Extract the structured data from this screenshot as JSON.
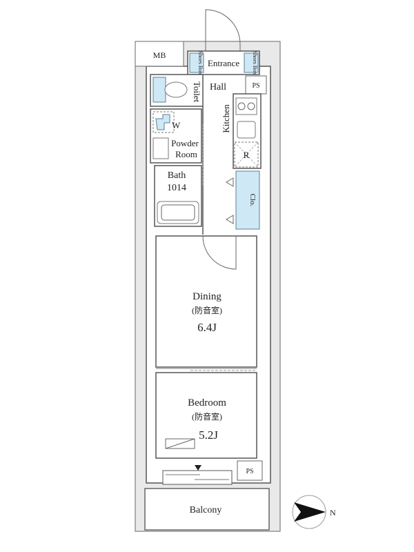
{
  "rooms": {
    "mb": "MB",
    "shoes_box_left": "Shoes Box",
    "entrance": "Entrance",
    "shoes_box_right": "Shoes Box",
    "ps_top": "PS",
    "toilet": "Toilet",
    "hall": "Hall",
    "kitchen": "Kitchen",
    "w": "W",
    "powder_room_line1": "Powder",
    "powder_room_line2": "Room",
    "refrigerator": "R",
    "bath": "Bath",
    "bath_size": "1014",
    "closet": "Clo.",
    "dining": "Dining",
    "dining_note": "(防音室)",
    "dining_size": "6.4J",
    "bedroom": "Bedroom",
    "bedroom_note": "(防音室)",
    "bedroom_size": "5.2J",
    "ps_bottom": "PS",
    "balcony": "Balcony"
  },
  "compass": {
    "label": "N"
  },
  "colors": {
    "fixture_blue": "#cfe8f5",
    "wall_gray": "#e9e9e9"
  }
}
